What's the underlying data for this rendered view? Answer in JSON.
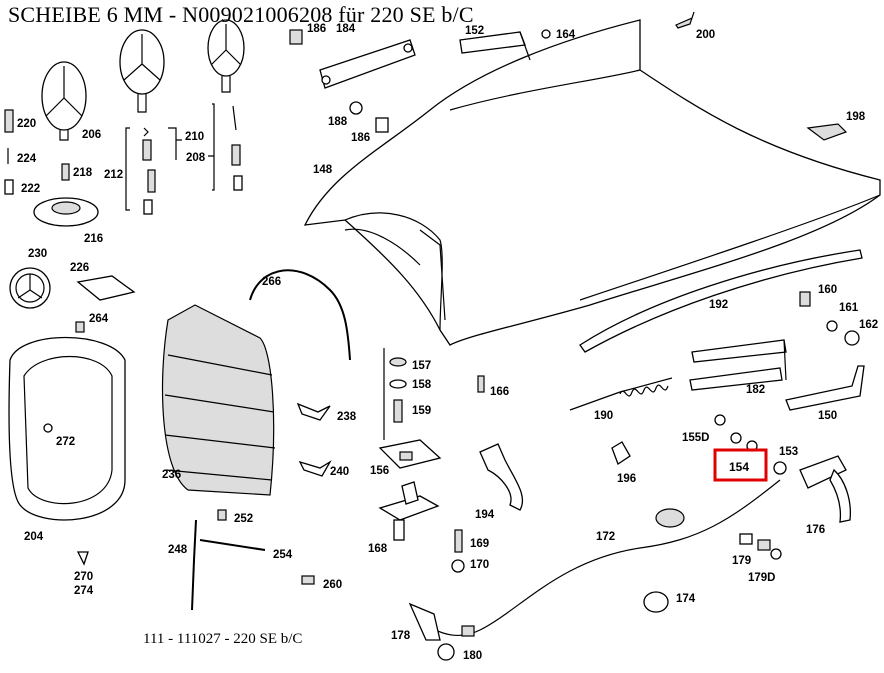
{
  "header": {
    "title": "SCHEIBE 6 MM - N009021006208 für 220 SE b/C"
  },
  "footer": {
    "caption": "111 - 111027 - 220 SE b/C"
  },
  "highlight": {
    "label": "154",
    "color": "#e00000"
  },
  "callouts": [
    "184",
    "186",
    "152",
    "164",
    "200",
    "220",
    "206",
    "218",
    "224",
    "222",
    "210",
    "208",
    "212",
    "216",
    "188",
    "186",
    "148",
    "198",
    "230",
    "226",
    "264",
    "266",
    "160",
    "161",
    "162",
    "192",
    "157",
    "158",
    "166",
    "159",
    "182",
    "190",
    "150",
    "238",
    "155D",
    "153",
    "156",
    "240",
    "194",
    "196",
    "272",
    "236",
    "252",
    "204",
    "172",
    "168",
    "169",
    "170",
    "176",
    "248",
    "254",
    "179",
    "179D",
    "270",
    "274",
    "260",
    "174",
    "178",
    "180"
  ]
}
